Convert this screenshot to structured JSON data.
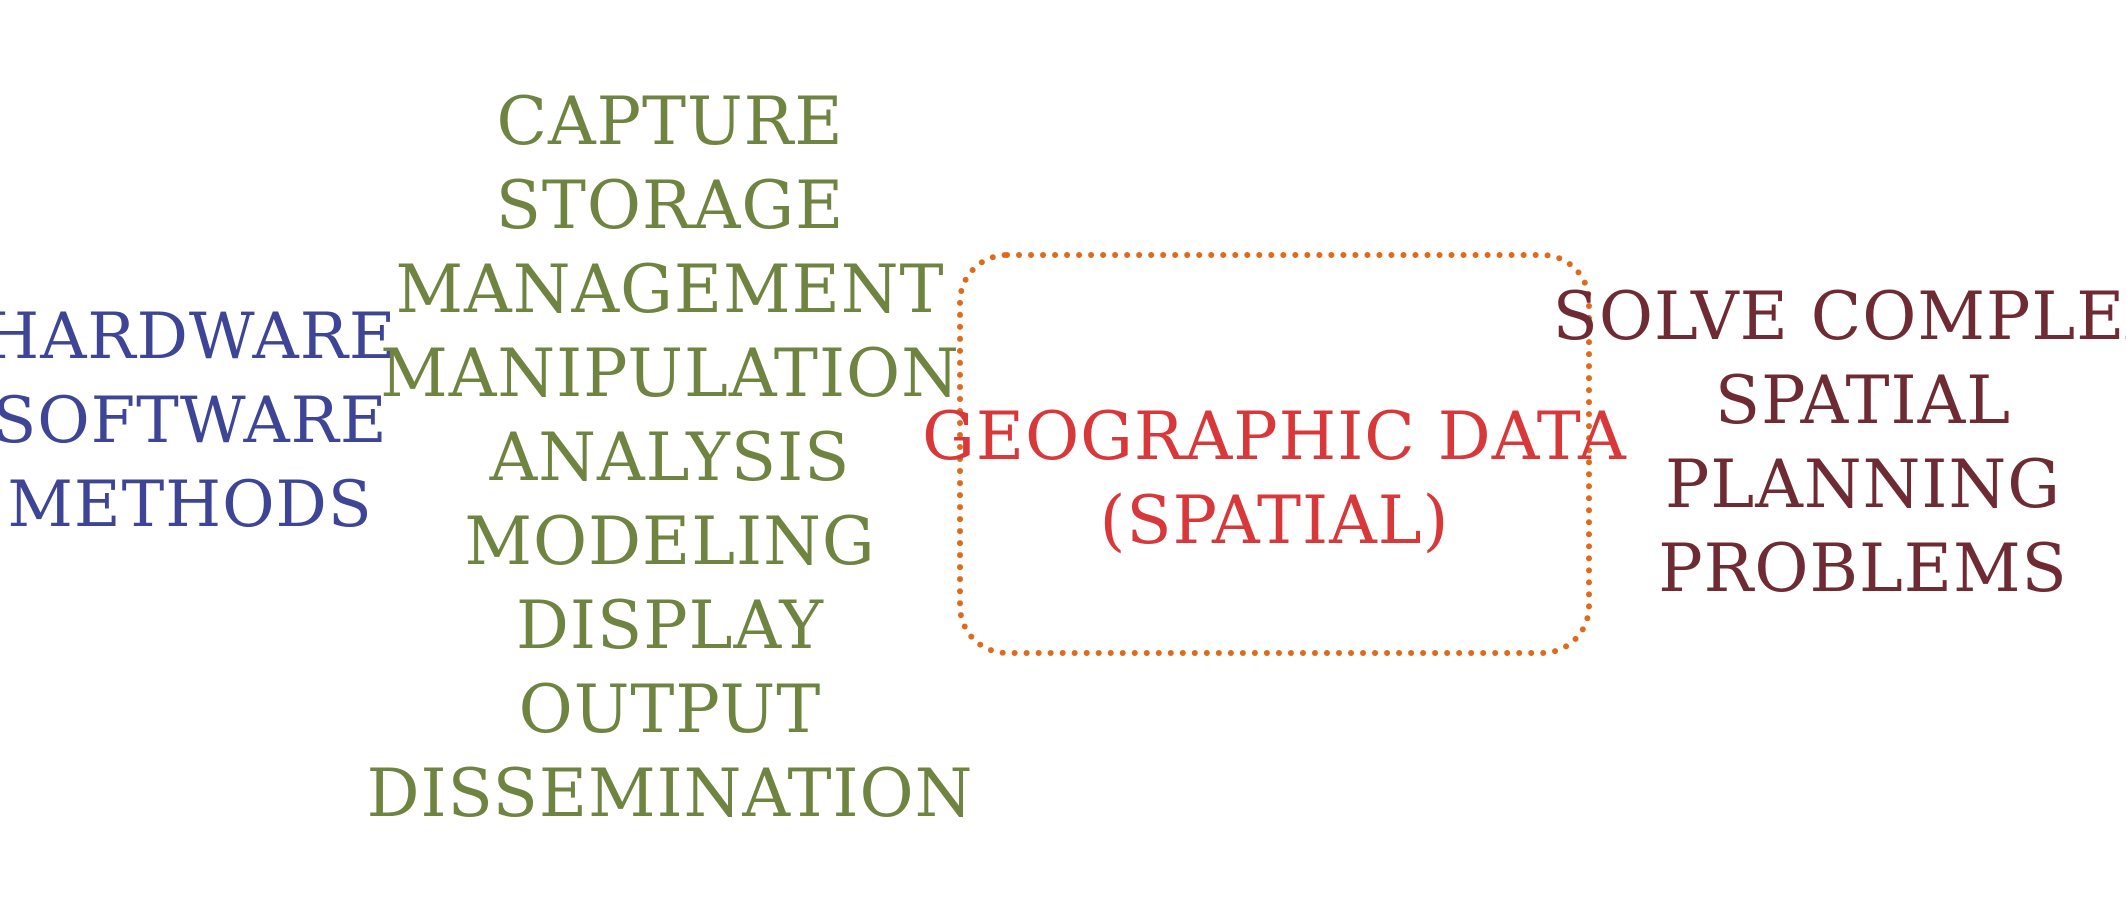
{
  "diagram": {
    "tools": {
      "items": [
        "HARDWARE",
        "SOFTWARE",
        "METHODS"
      ],
      "color": "#3f4596"
    },
    "processes": {
      "items": [
        "CAPTURE",
        "STORAGE",
        "MANAGEMENT",
        "MANIPULATION",
        "ANALYSIS",
        "MODELING",
        "DISPLAY",
        "OUTPUT",
        "DISSEMINATION"
      ],
      "color": "#6f8440"
    },
    "data_box": {
      "lines": [
        "GEOGRAPHIC DATA",
        "(SPATIAL)"
      ],
      "color": "#d8383a",
      "border_color": "#e06a1b"
    },
    "purpose": {
      "lines": [
        "SOLVE COMPLEX",
        "SPATIAL",
        "PLANNING",
        "PROBLEMS"
      ],
      "color": "#6e2b33"
    }
  }
}
